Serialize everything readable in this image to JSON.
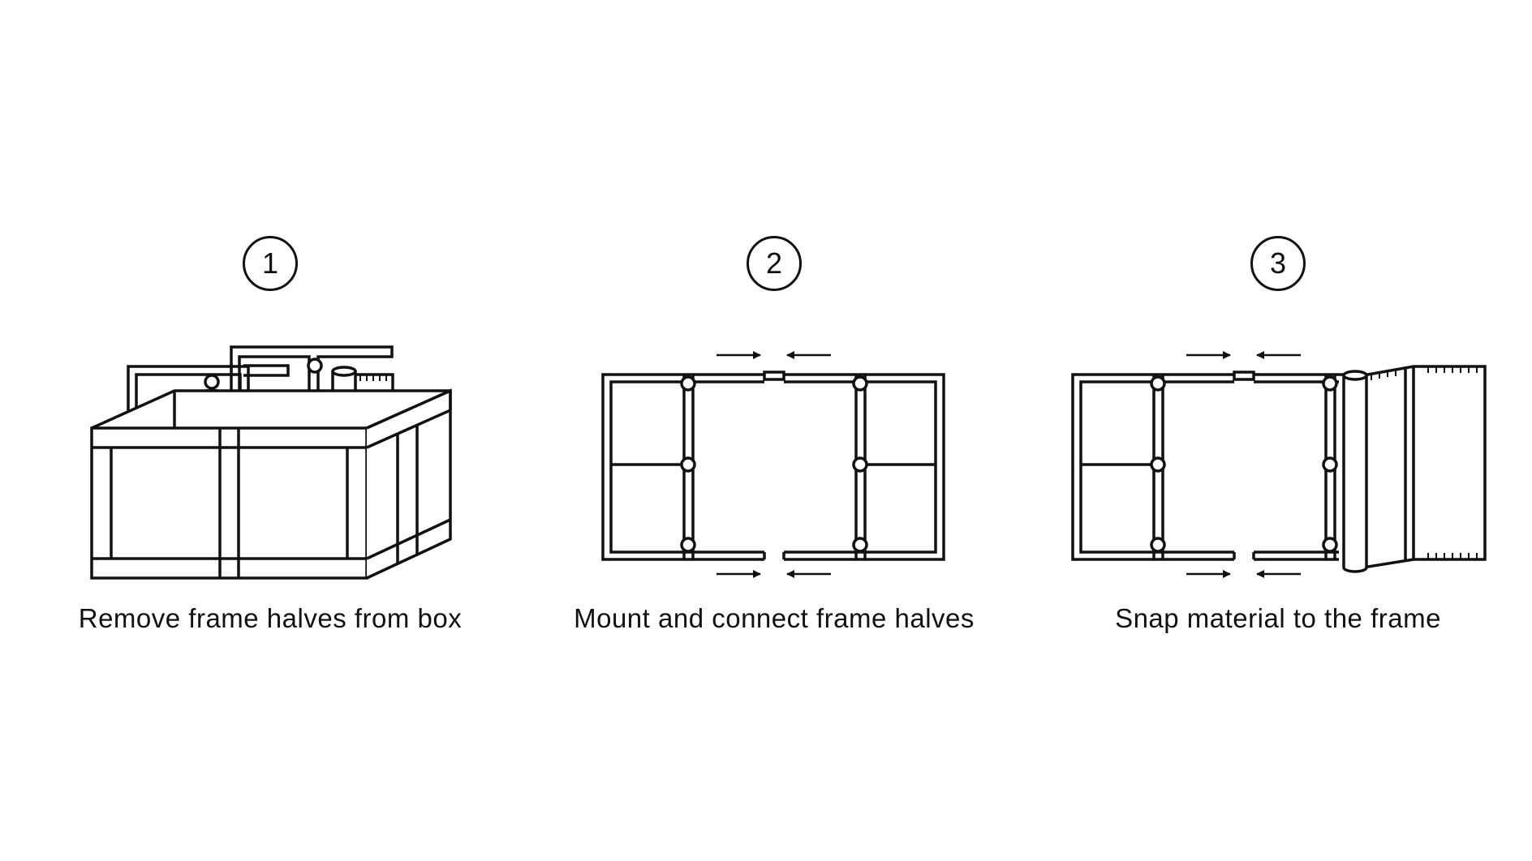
{
  "colors": {
    "line": "#111111",
    "background": "#ffffff"
  },
  "steps": [
    {
      "number": "1",
      "caption": "Remove frame halves from box",
      "icon": "crate-with-frame-parts-icon"
    },
    {
      "number": "2",
      "caption": "Mount and connect frame halves",
      "icon": "frame-halves-connecting-icon"
    },
    {
      "number": "3",
      "caption": "Snap material to the frame",
      "icon": "frame-with-material-roll-icon"
    }
  ]
}
